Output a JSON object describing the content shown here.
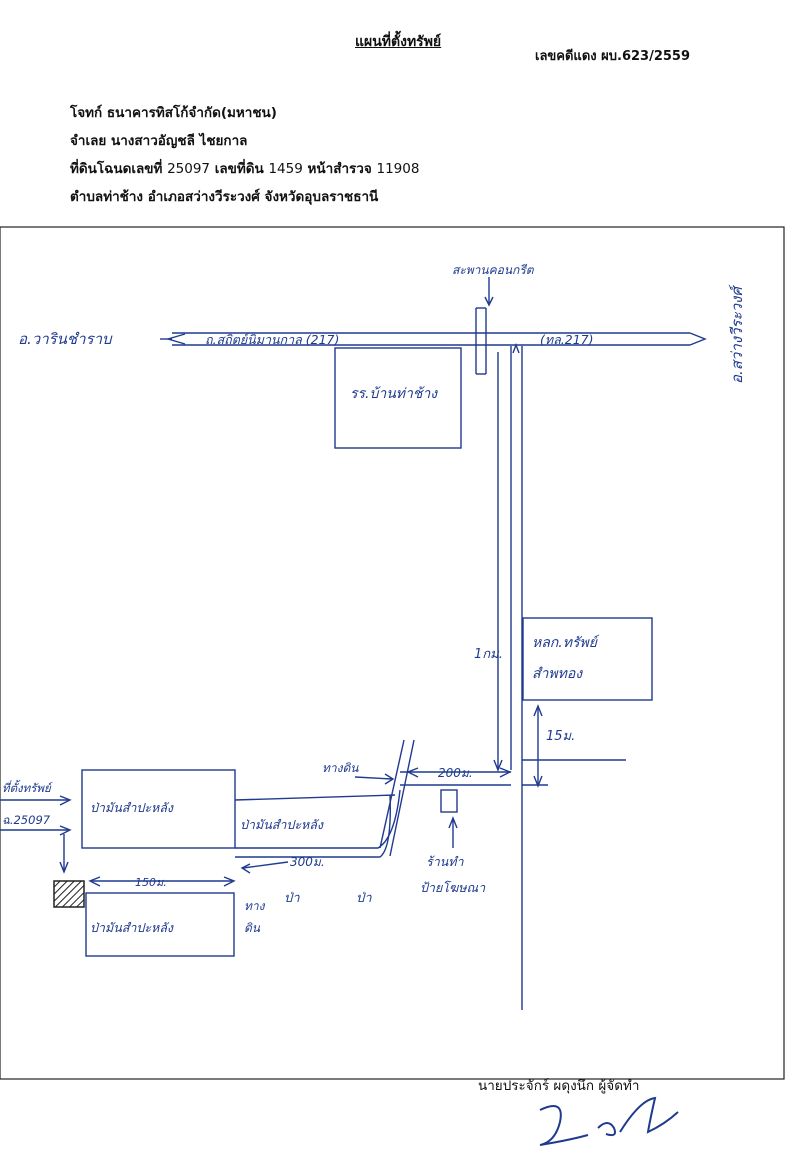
{
  "header": {
    "title": "แผนที่ตั้งทรัพย์",
    "case_no": "เลขคดีแดง ผบ.623/2559"
  },
  "info": {
    "plaintiff": "โจทก์ ธนาคารทิสโก้จำกัด(มหาชน)",
    "defendant": "จำเลย  นางสาวอัญชลี ไชยกาล",
    "deed_label": "ที่ดินโฉนดเลขที่",
    "deed_no": "25097",
    "land_no_label": "เลขที่ดิน",
    "land_no": "1459",
    "survey_label": "หน้าสำรวจ",
    "survey_no": "11908",
    "location": "ตำบลท่าช้าง  อำเภอสว่างวีระวงศ์ จังหวัดอุบลราชธานี"
  },
  "map": {
    "left_destination": "อ.วารินชำราบ",
    "right_destination": "อ.สว่างวีระวงศ์",
    "main_road": "ถ.สถิตย์นิมานกาล (217)",
    "main_road_code": "(ทล.217)",
    "bridge": "สะพานคอนกรีต",
    "school": "รร.บ้านท่าช้าง",
    "side_road_distance": "1กม.",
    "govt_office_line1": "หลก.ทรัพย์",
    "govt_office_line2": "สำพทอง",
    "dist_15m": "15ม.",
    "dist_200m": "200ม.",
    "dist_300m": "300ม.",
    "dist_150m": "150ม.",
    "dirt_road": "ทางดิน",
    "dirt_road_2": "ทาง",
    "dirt_road_3": "ดิน",
    "forest": "ป่า",
    "cassava_1": "ป่ามันสำปะหลัง",
    "cassava_2": "ป่ามันสำปะหลัง",
    "cassava_3": "ป่ามันสำปะหลัง",
    "shop_line1": "ร้านทำ",
    "shop_line2": "ป้ายโฆษณา",
    "property_label": "ที่ตั้งทรัพย์",
    "property_deed": "ฉ.25097"
  },
  "footer": {
    "preparer": "นายประจักร์ ผดุงนึก ผู้จัดทำ"
  },
  "colors": {
    "ink": "#1f3a8f",
    "frame": "#222222"
  }
}
